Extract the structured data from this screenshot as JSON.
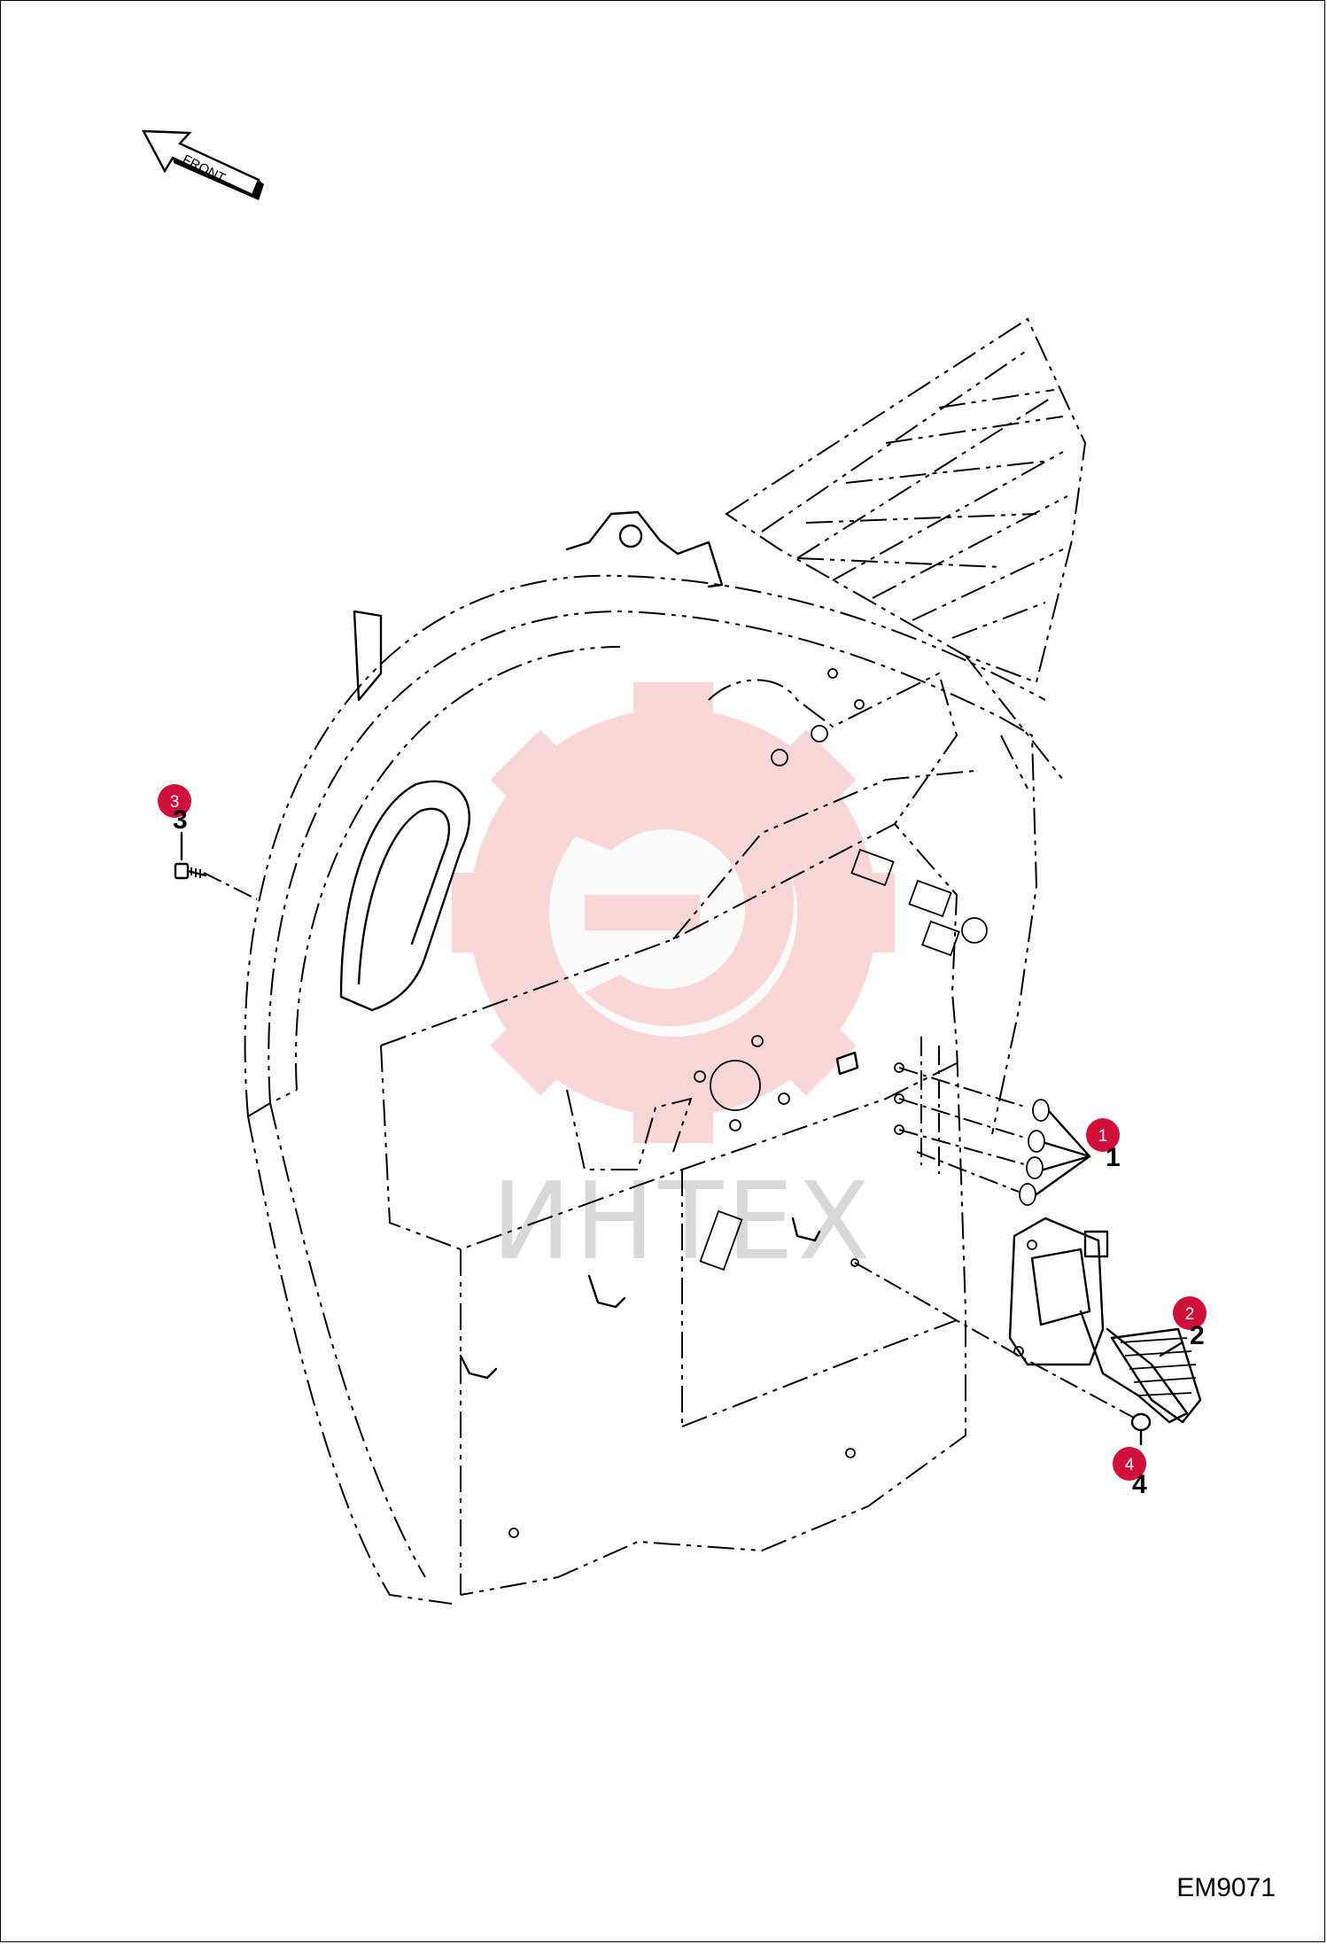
{
  "orientation": {
    "label": "FRONT",
    "icon": "front-arrow-icon"
  },
  "watermark": {
    "text": "ИНТЕХ",
    "icon": "gear-logo-icon",
    "color": "#f6b8b8"
  },
  "callout_color": "#d0103a",
  "callouts": [
    {
      "number": "1",
      "part": "1"
    },
    {
      "number": "2",
      "part": "2"
    },
    {
      "number": "3",
      "part": "3"
    },
    {
      "number": "4",
      "part": "4"
    }
  ],
  "drawing_id": "EM9071"
}
